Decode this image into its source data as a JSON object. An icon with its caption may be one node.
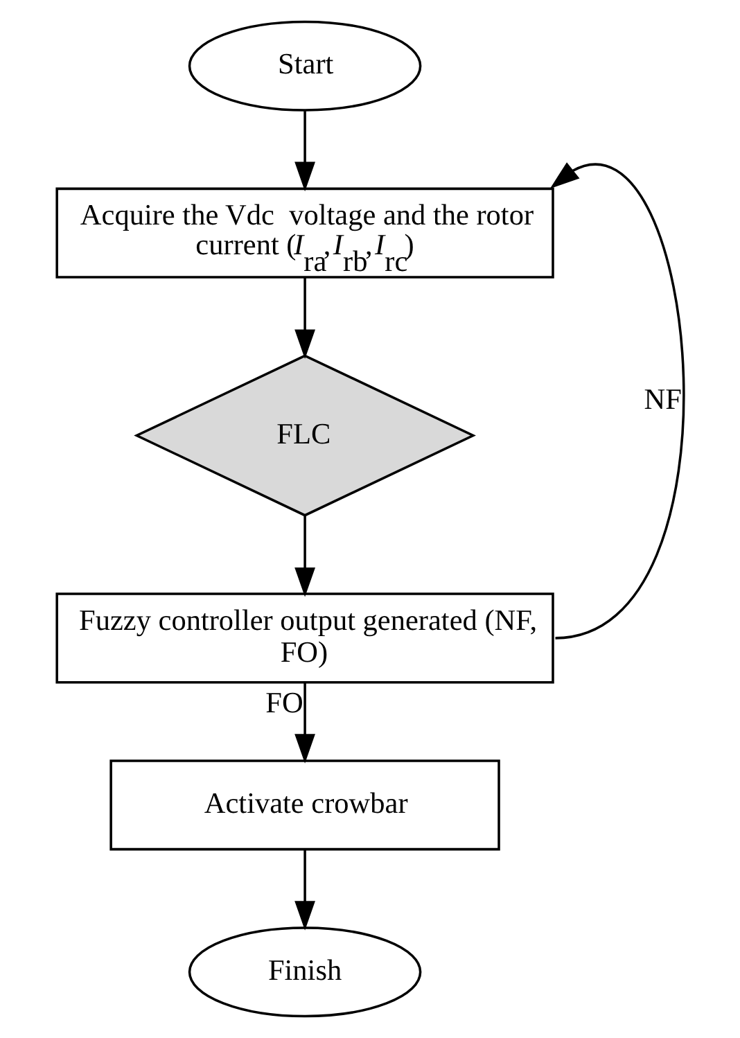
{
  "diagram": {
    "nodes": [
      {
        "text": [
          "Start"
        ]
      },
      {
        "text": [
          "Acquire the Vdc  voltage and the rotor current (*I*$_{ra}$,*I*$_{rb}$,*I*$_{rc}$)"
        ]
      },
      {
        "text": [
          "FLC"
        ]
      },
      {
        "text": [
          "Fuzzy controller output generated (NF, FO)"
        ]
      },
      {
        "text": [
          "Activate crowbar"
        ]
      },
      {
        "text": [
          "Finish"
        ]
      }
    ],
    "edges": [
      {
        "from": 0,
        "to": 1,
        "arrow": "to"
      },
      {
        "from": 1,
        "to": 2,
        "arrow": "to"
      },
      {
        "from": 2,
        "to": 3,
        "arrow": "to"
      },
      {
        "from": 3,
        "to": 1,
        "arrow": "to",
        "label": "NF"
      },
      {
        "from": 3,
        "to": 4,
        "arrow": "to",
        "label": "FO"
      },
      {
        "from": 4,
        "to": 5,
        "arrow": "to"
      }
    ]
  }
}
